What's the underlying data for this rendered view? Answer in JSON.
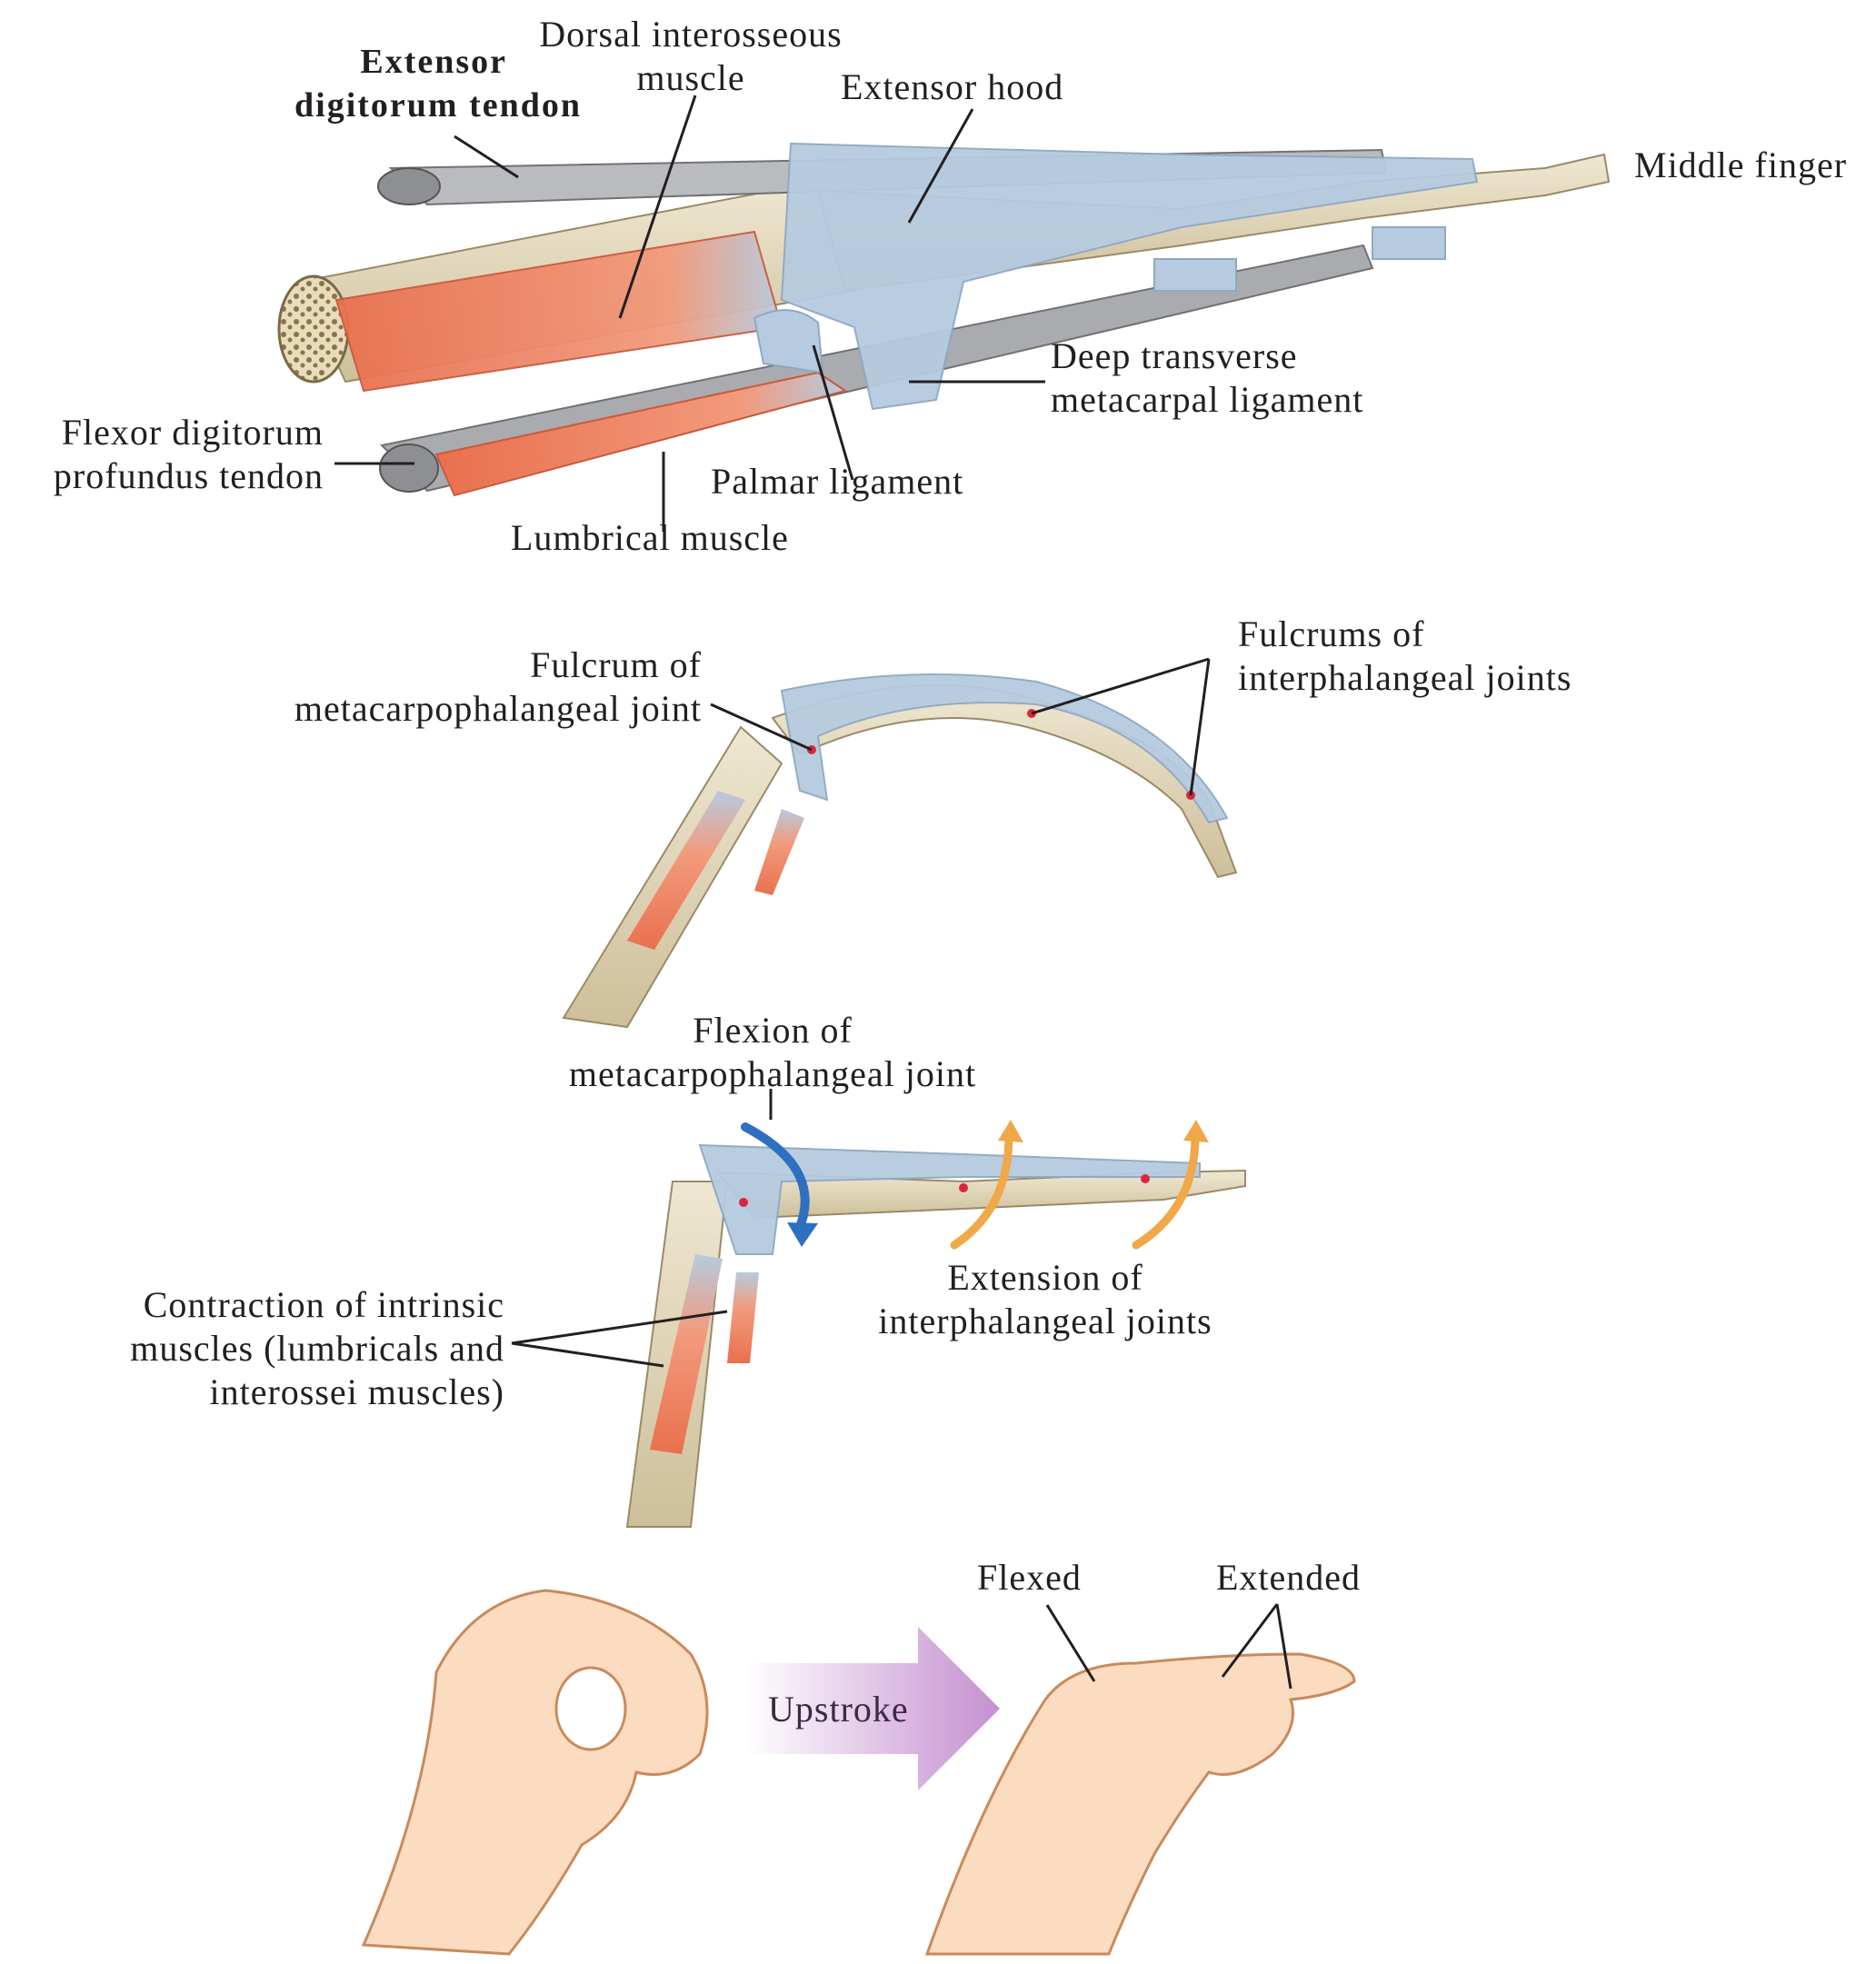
{
  "colors": {
    "bone": "#e6dcc0",
    "bone_shade": "#cdbf9a",
    "tendon_gray": "#b6b8bb",
    "hood_blue": "#b6cbe0",
    "hood_edge": "#8ea8c4",
    "muscle": "#ee8a6a",
    "muscle_dark": "#d9603f",
    "joint_dot": "#d7263d",
    "arrow_blue": "#2f6fc0",
    "arrow_orange": "#f0a848",
    "skin": "#fbdcc0",
    "skin_line": "#c98a5c",
    "upstroke_arrow": "#c58fd0",
    "leader": "#231f20"
  },
  "icons": {
    "flexion_arrow": "curved-arrow-down-icon",
    "extension_arrow": "curved-arrow-up-icon",
    "upstroke_arrow": "right-arrow-icon"
  },
  "panel_a": {
    "extensor_tendon": [
      "Extensor",
      "digitorum tendon"
    ],
    "dorsal_interosseous": [
      "Dorsal interosseous",
      "muscle"
    ],
    "extensor_hood": "Extensor hood",
    "middle_finger": "Middle finger",
    "deep_transverse": [
      "Deep transverse",
      "metacarpal ligament"
    ],
    "flexor_profundus": [
      "Flexor digitorum",
      "profundus tendon"
    ],
    "palmar_ligament": "Palmar ligament",
    "lumbrical": "Lumbrical muscle"
  },
  "panel_b": {
    "fulcrum_mcp": [
      "Fulcrum of",
      "metacarpophalangeal joint"
    ],
    "fulcrums_ip": [
      "Fulcrums of",
      "interphalangeal joints"
    ]
  },
  "panel_c": {
    "flexion_mcp": [
      "Flexion of",
      "metacarpophalangeal joint"
    ],
    "extension_ip": [
      "Extension of",
      "interphalangeal joints"
    ],
    "contraction": [
      "Contraction of intrinsic",
      "muscles (lumbricals and",
      "interossei muscles)"
    ]
  },
  "panel_d": {
    "upstroke": "Upstroke",
    "flexed": "Flexed",
    "extended": "Extended"
  }
}
